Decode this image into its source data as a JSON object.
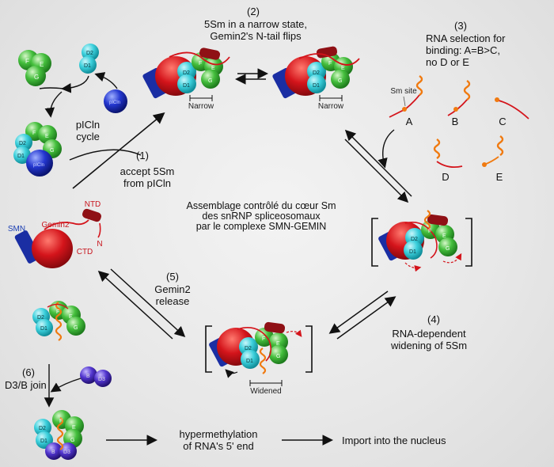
{
  "center_title": "Assemblage contrôlé du cœur Sm\ndes snRNP spliceosomaux\npar le complexe SMN-GEMIN",
  "steps": {
    "s1": {
      "num": "(1)",
      "text": "accept 5Sm\nfrom pICln"
    },
    "s2": {
      "num": "(2)",
      "text": "5Sm in a narrow state,\nGemin2's N-tail flips"
    },
    "s3": {
      "num": "(3)",
      "text": "RNA selection for\nbinding: A=B>C,\nno D or E"
    },
    "s4": {
      "num": "(4)",
      "text": "RNA-dependent\nwidening of 5Sm"
    },
    "s5": {
      "num": "(5)",
      "text": "Gemin2\nrelease"
    },
    "s6": {
      "num": "(6)",
      "text": "D3/B join"
    }
  },
  "picln_cycle": "pICln\ncycle",
  "labels": {
    "narrow": "Narrow",
    "widened": "Widened",
    "sm_site": "Sm site",
    "smn": "SMN",
    "gemin2": "Gemin2",
    "ntd": "NTD",
    "ctd": "CTD",
    "n": "N",
    "picln": "pICln"
  },
  "rna_options": [
    "A",
    "B",
    "C",
    "D",
    "E"
  ],
  "protein_labels": {
    "d1": "D1",
    "d2": "D2",
    "e": "E",
    "f": "F",
    "g": "G",
    "b": "B",
    "d3": "D3"
  },
  "bottom_flow": {
    "hyper": "hypermethylation\nof RNA's 5' end",
    "import": "Import into the nucleus"
  },
  "colors": {
    "cyan": "#33c9d6",
    "green": "#3fba3a",
    "blue": "#1f2fbf",
    "purple": "#4a33c7",
    "red": "#d4141b",
    "darkred": "#8f1015",
    "orange": "#f07a10",
    "smn_blue": "#1a2ea3"
  }
}
